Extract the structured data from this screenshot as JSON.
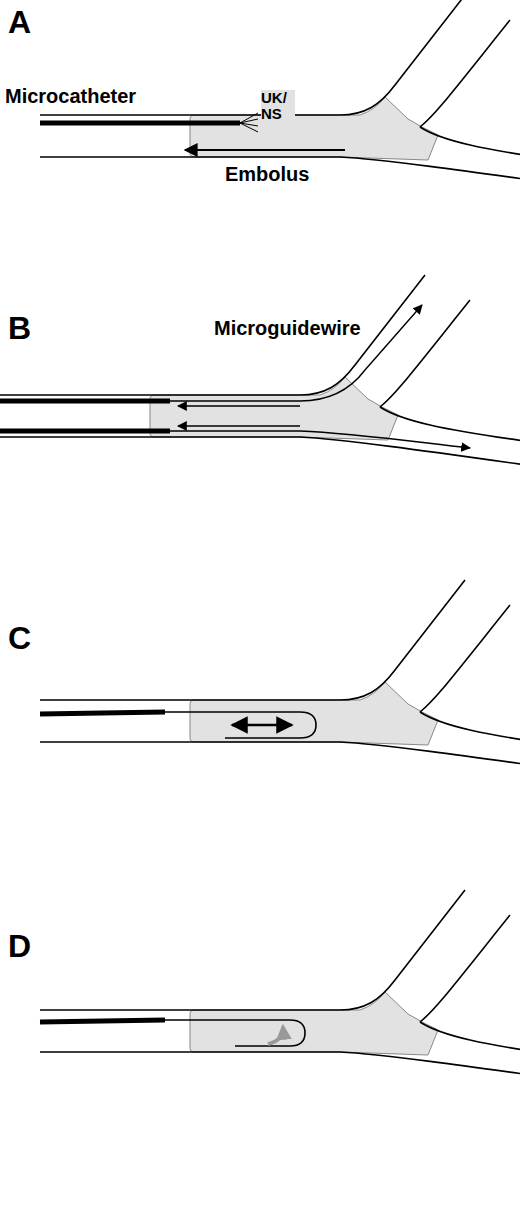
{
  "diagram": {
    "labels": [
      "A",
      "Microcatheter",
      "UK/ NS",
      "Embolus",
      "B",
      "Microguidewire",
      "C",
      "D"
    ]
  }
}
